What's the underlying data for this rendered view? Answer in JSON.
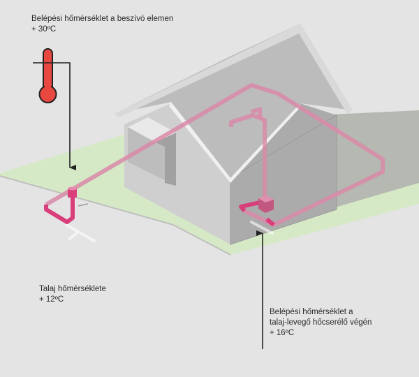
{
  "labels": {
    "intake": {
      "line1": "Belépési hőmérséklet a beszívó elemen",
      "line2": "+ 30ºC"
    },
    "ground": {
      "line1": "Talaj hőmérséklete",
      "line2": "+ 12ºC"
    },
    "exchanger": {
      "line1": "Belépési hőmérséklet a",
      "line2": "talaj-levegő hőcserélő végén",
      "line3": "+ 16ºC"
    }
  },
  "colors": {
    "background": "#e4e4e4",
    "lawn": "#d6e9c6",
    "shadow": "#b6b9b2",
    "wall_light": "#cfcfcf",
    "wall_dark": "#a9a9a9",
    "roof": "#b7b7b7",
    "pipe": "#d98aa8",
    "thermometer": "#e8483f"
  },
  "icons": [
    "thermometer-icon"
  ]
}
